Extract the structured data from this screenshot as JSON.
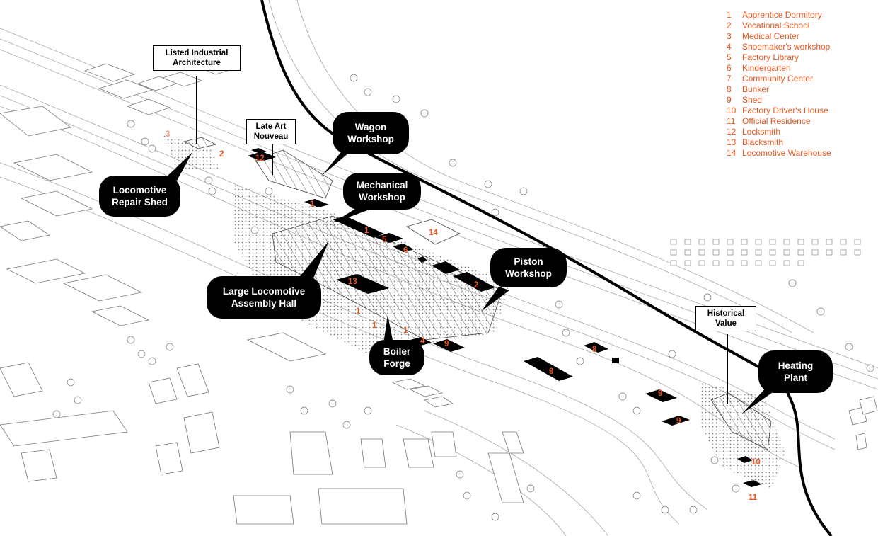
{
  "colors": {
    "accent": "#e8561f",
    "ink": "#000000",
    "line": "#9a9a9a",
    "light": "#d6d6d6"
  },
  "legend": [
    {
      "num": "1",
      "label": "Apprentice Dormitory"
    },
    {
      "num": "2",
      "label": "Vocational School"
    },
    {
      "num": "3",
      "label": "Medical Center"
    },
    {
      "num": "4",
      "label": "Shoemaker's workshop"
    },
    {
      "num": "5",
      "label": "Factory Library"
    },
    {
      "num": "6",
      "label": "Kindergarten"
    },
    {
      "num": "7",
      "label": "Community Center"
    },
    {
      "num": "8",
      "label": "Bunker"
    },
    {
      "num": "9",
      "label": "Shed"
    },
    {
      "num": "10",
      "label": "Factory Driver's House"
    },
    {
      "num": "11",
      "label": "Official Residence"
    },
    {
      "num": "12",
      "label": "Locksmith"
    },
    {
      "num": "13",
      "label": "Blacksmith"
    },
    {
      "num": "14",
      "label": "Locomotive Warehouse"
    }
  ],
  "callouts": {
    "wagon": [
      "Wagon",
      "Workshop"
    ],
    "mechanical": [
      "Mechanical",
      "Workshop"
    ],
    "locomotive_repair": [
      "Locomotive",
      "Repair Shed"
    ],
    "assembly_hall": [
      "Large Locomotive",
      "Assembly Hall"
    ],
    "boiler": [
      "Boiler",
      "Forge"
    ],
    "piston": [
      "Piston",
      "Workshop"
    ],
    "heating": [
      "Heating",
      "Plant"
    ]
  },
  "notes": {
    "listed": [
      "Listed Industrial",
      "Architecture"
    ],
    "art_nouveau": [
      "Late Art",
      "Nouveau"
    ],
    "historical": [
      "Historical",
      "Value"
    ]
  },
  "map_numbers": {
    "n3": "3",
    "n2_west": "2",
    "n1_a": "1",
    "n1_b": "1",
    "n5": "5",
    "n6": "6",
    "n14": "14",
    "n13": "13",
    "n2_east": "2",
    "n1_c": "1",
    "n1_d": "1",
    "n1_e": "1",
    "n4": "4",
    "n9_a": "9",
    "n8": "8",
    "n9_b": "9",
    "n9_c": "9",
    "n9_d": "9",
    "n10": "10",
    "n11": "11",
    "n12": "12"
  }
}
